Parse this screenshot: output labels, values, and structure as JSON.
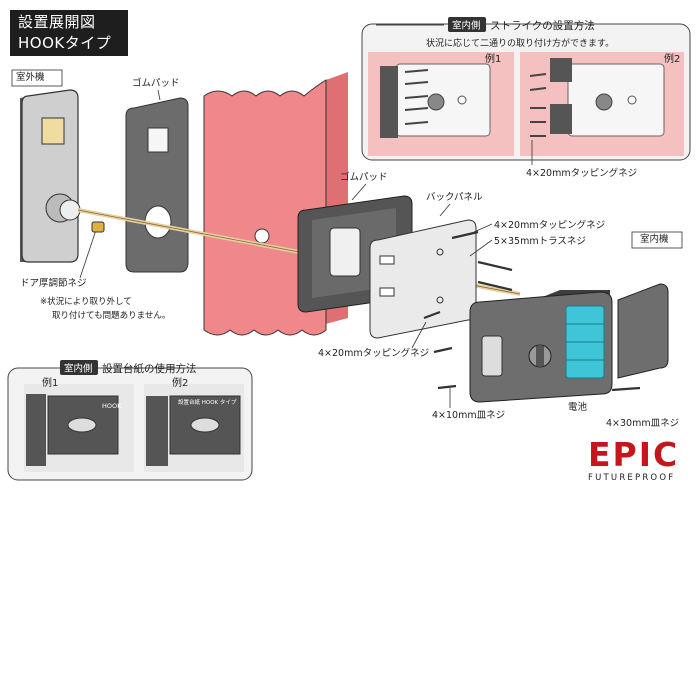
{
  "title": {
    "line1": "設置展開図",
    "line2": "HOOKタイプ"
  },
  "labels": {
    "outdoor_unit": "室外機",
    "rubber_pad_outdoor": "ゴムパッド",
    "rubber_pad_indoor": "ゴムパッド",
    "back_panel": "バックパネル",
    "screw_4x20_top": "4×20mmタッピングネジ",
    "screw_5x35": "5×35mmトラスネジ",
    "screw_4x20_bottom": "4×20mmタッピングネジ",
    "indoor_unit": "室内機",
    "door_adjust_screw": "ドア厚調節ネジ",
    "note_line1": "※状況により取り外して",
    "note_line2": "取り付けても問題ありません。",
    "screw_4x10": "4×10mm皿ネジ",
    "battery": "電池",
    "screw_4x30": "4×30mm皿ネジ"
  },
  "strike_inset": {
    "tag": "室内側",
    "title": "ストライクの設置方法",
    "subtitle": "状況に応じて二通りの取り付け方ができます。",
    "example1": "例1",
    "example2": "例2",
    "screw_label": "4×20mmタッピングネジ"
  },
  "template_inset": {
    "tag": "室内側",
    "title": "設置台紙の使用方法",
    "example1": "例1",
    "example2": "例2",
    "sheet_text1": "HOOK",
    "sheet_text2": "設置台紙 HOOK タイプ"
  },
  "logo": {
    "brand": "EPIC",
    "tagline": "FUTUREPROOF"
  },
  "colors": {
    "door": "#f0878a",
    "door_dark": "#e06f74",
    "unit": "#6e6e6e",
    "battery": "#3ec6d8",
    "logo_red": "#c4161c",
    "inset_bg": "#f3f3f3"
  }
}
